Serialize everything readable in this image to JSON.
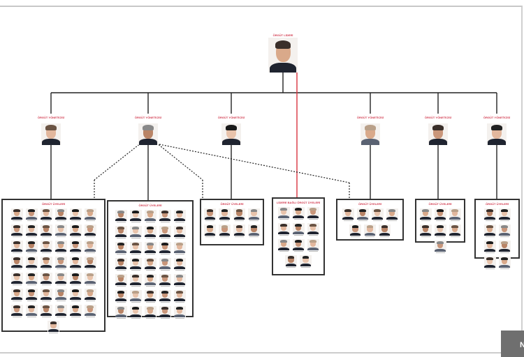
{
  "leader": {
    "title": "ÖRGÜT LİDERİ"
  },
  "managers": [
    {
      "title": "ÖRGÜT YÖNETİCİSİ"
    },
    {
      "title": "ÖRGÜT YÖNETİCİSİ"
    },
    {
      "title": "ÖRGÜT YÖNETİCİSİ"
    },
    {
      "title": "ÖRGÜT YÖNETİCİSİ"
    },
    {
      "title": "ÖRGÜT YÖNETİCİSİ"
    },
    {
      "title": "ÖRGÜT YÖNETİCİSİ"
    }
  ],
  "groups": [
    {
      "title": "ÖRGÜT ÜYELERİ",
      "members": 43
    },
    {
      "title": "ÖRGÜT ÜYELERİ",
      "members": 35
    },
    {
      "title": "ÖRGÜT ÜYELERİ",
      "members": 8
    },
    {
      "title": "LİDERE BAĞLI ÖRGÜT ÜYELERİ",
      "members": 11
    },
    {
      "title": "ÖRGÜT ÜYELERİ",
      "members": 7
    },
    {
      "title": "ÖRGÜT ÜYELERİ",
      "members": 7
    },
    {
      "title": "ÖRGÜT ÜYELERİ",
      "members": 8
    }
  ],
  "corner_badge": "N",
  "colors": {
    "label": "#d23b4f",
    "leader_link": "#d9343f",
    "line": "#222222"
  }
}
